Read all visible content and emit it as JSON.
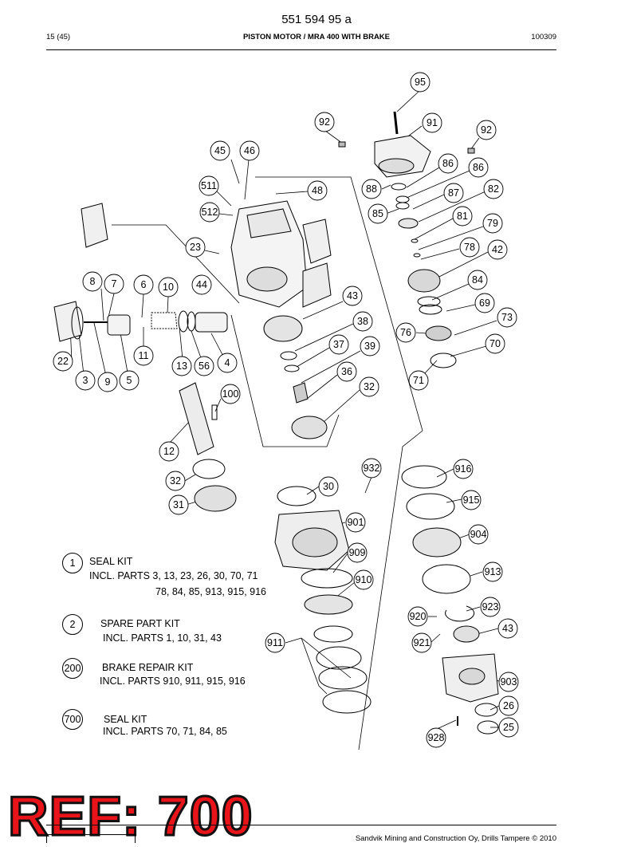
{
  "header": {
    "doc_number": "551 594 95 a",
    "page": "15 (45)",
    "title": "PISTON MOTOR / MRA 400 WITH BRAKE",
    "code": "100309"
  },
  "kits": [
    {
      "ref": "1",
      "name": "SEAL KIT",
      "parts_line1": "INCL. PARTS 3, 13, 23, 26, 30, 70, 71",
      "parts_line2": "78, 84, 85, 913, 915, 916"
    },
    {
      "ref": "2",
      "name": "SPARE PART KIT",
      "parts_line1": "INCL. PARTS 1, 10, 31, 43"
    },
    {
      "ref": "200",
      "name": "BRAKE REPAIR KIT",
      "parts_line1": "INCL. PARTS 910, 911, 915, 916"
    },
    {
      "ref": "700",
      "name": "SEAL KIT",
      "parts_line1": "INCL. PARTS 70, 71, 84, 85"
    }
  ],
  "callouts": [
    "95",
    "92",
    "91",
    "92",
    "45",
    "46",
    "86",
    "86",
    "511",
    "48",
    "88",
    "87",
    "82",
    "512",
    "85",
    "81",
    "79",
    "23",
    "78",
    "42",
    "8",
    "7",
    "6",
    "10",
    "44",
    "84",
    "43",
    "69",
    "73",
    "38",
    "76",
    "70",
    "37",
    "39",
    "22",
    "11",
    "13",
    "56",
    "4",
    "36",
    "71",
    "3",
    "9",
    "5",
    "32",
    "100",
    "12",
    "932",
    "916",
    "32",
    "30",
    "915",
    "31",
    "901",
    "904",
    "909",
    "910",
    "913",
    "923",
    "920",
    "43",
    "911",
    "921",
    "903",
    "26",
    "25",
    "928"
  ],
  "stamp": {
    "text": "REF: 700"
  },
  "footer": {
    "copyright": "Sandvik Mining and Construction Oy, Drills Tampere © 2010"
  }
}
